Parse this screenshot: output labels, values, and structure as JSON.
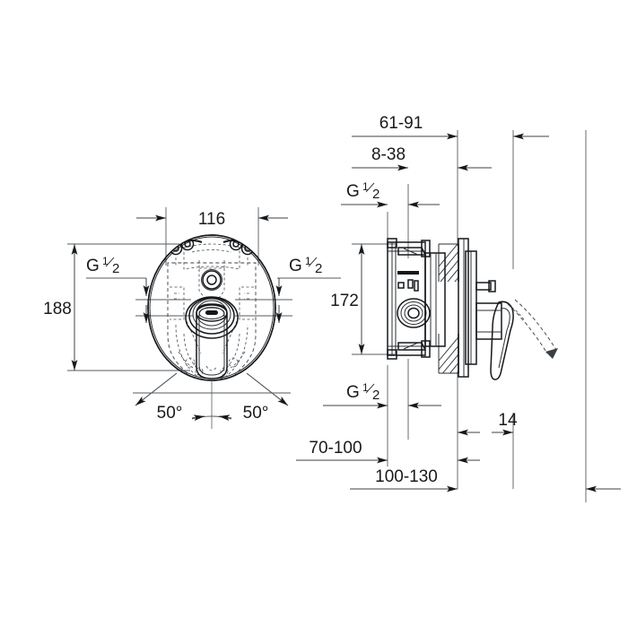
{
  "drawing": {
    "title": "Concealed single-lever mixer installation drawing",
    "background_color": "#ffffff",
    "line_color": "#15181b",
    "dimension_line_color": "#555b60",
    "views": [
      {
        "name": "front-view",
        "label": ""
      },
      {
        "name": "side-section-view",
        "label": ""
      }
    ]
  },
  "front_view": {
    "dimensions": {
      "width_116": "116",
      "height_188": "188",
      "angle_left": "50°",
      "angle_right": "50°"
    },
    "thread_labels": {
      "left": {
        "letter": "G",
        "numerator": "1",
        "denominator": "2"
      },
      "right": {
        "letter": "G",
        "numerator": "1",
        "denominator": "2"
      }
    }
  },
  "side_view": {
    "dimensions": {
      "depth_61_91": "61-91",
      "depth_8_38": "8-38",
      "height_172": "172",
      "offset_14": "14",
      "range_70_100": "70-100",
      "range_100_130": "100-130"
    },
    "thread_labels": {
      "upper": {
        "letter": "G",
        "numerator": "1",
        "denominator": "2"
      },
      "lower": {
        "letter": "G",
        "numerator": "1",
        "denominator": "2"
      }
    }
  }
}
